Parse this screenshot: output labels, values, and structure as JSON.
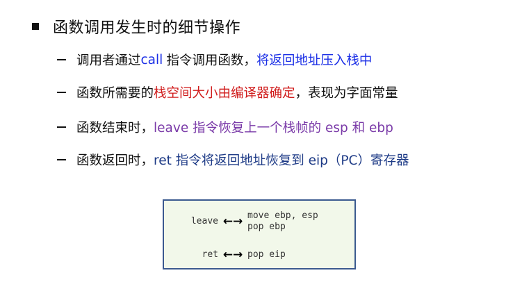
{
  "slide": {
    "heading": {
      "bullet_icon": "square-bullet",
      "text": "函数调用发生时的细节操作"
    },
    "items": [
      {
        "segments": [
          {
            "text": "调用者通过",
            "color": "#111111"
          },
          {
            "text": "call",
            "color": "#1a2ee6"
          },
          {
            "text": "指令调用函数，",
            "color": "#111111"
          },
          {
            "text": "将返回地址压入栈中",
            "color": "#1a2ee6"
          }
        ]
      },
      {
        "segments": [
          {
            "text": "函数所需要的",
            "color": "#111111"
          },
          {
            "text": "栈空间大小由编译器确定",
            "color": "#d01b1b"
          },
          {
            "text": "，表现为字面常量",
            "color": "#111111"
          }
        ]
      },
      {
        "segments": [
          {
            "text": "函数结束时，",
            "color": "#111111"
          },
          {
            "text": "leave 指令恢复上一个栈帧的 esp 和 ebp",
            "color": "#7a3aa8"
          }
        ]
      },
      {
        "segments": [
          {
            "text": "函数返回时，",
            "color": "#111111"
          },
          {
            "text": "ret 指令将返回地址恢复到 eip（PC）寄存器",
            "color": "#1d3a86"
          }
        ]
      }
    ],
    "code_box": {
      "background": "#f2f8ea",
      "border_color": "#3b5a8f",
      "rows": [
        {
          "keyword": "leave",
          "arrow": "↔",
          "lines": [
            "move ebp, esp",
            "pop ebp"
          ]
        },
        {
          "keyword": "ret",
          "arrow": "↔",
          "lines": [
            "pop eip"
          ]
        }
      ]
    }
  }
}
